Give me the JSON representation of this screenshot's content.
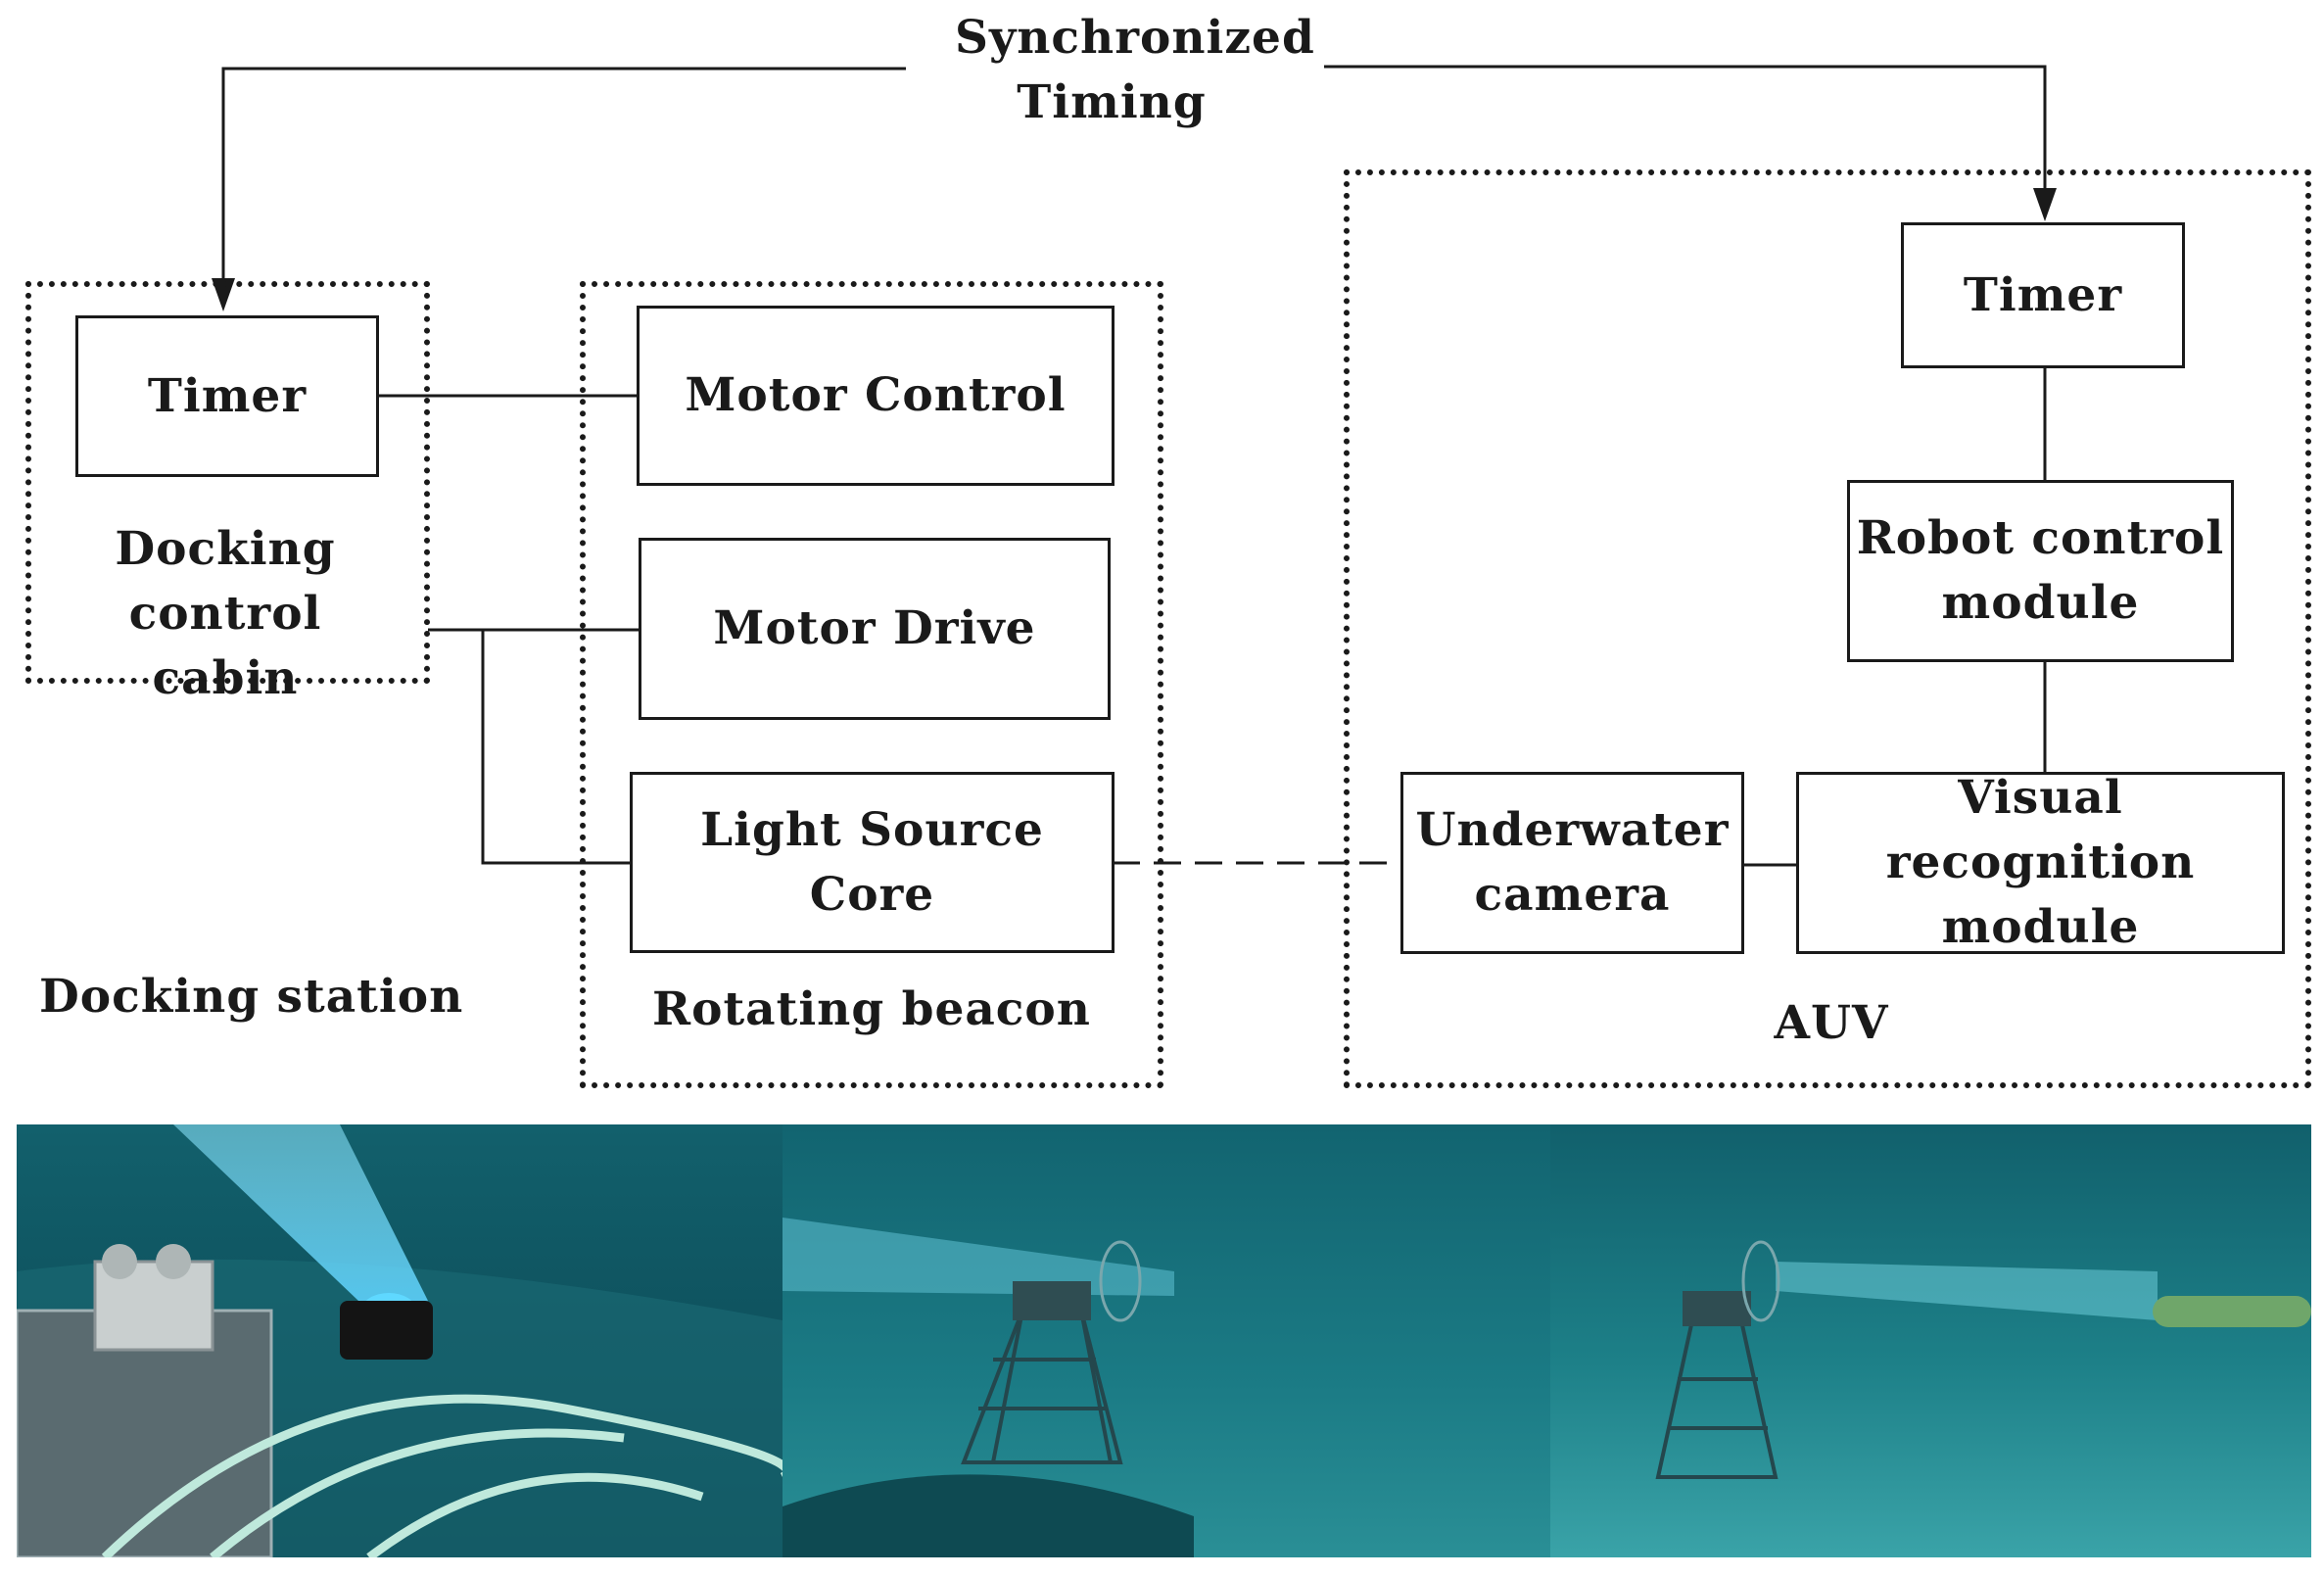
{
  "title": {
    "line1": "Synchronized",
    "line2": "Timing"
  },
  "groups": {
    "docking_station": "Docking station",
    "rotating_beacon": "Rotating beacon",
    "auv": "AUV"
  },
  "docking": {
    "timer": "Timer",
    "cabin": "Docking\ncontrol cabin"
  },
  "beacon": {
    "motor_control": "Motor Control",
    "motor_drive": "Motor Drive",
    "light_source_core": "Light Source Core"
  },
  "auv_modules": {
    "timer": "Timer",
    "robot_control": "Robot control\nmodule",
    "underwater_camera": "Underwater\ncamera",
    "visual_recognition": "Visual recognition\nmodule"
  },
  "colors": {
    "line": "#1a1a1a",
    "water_deep": "#0d4f5c",
    "water_light": "#2fa3b2",
    "beam": "#7fe3ff"
  }
}
